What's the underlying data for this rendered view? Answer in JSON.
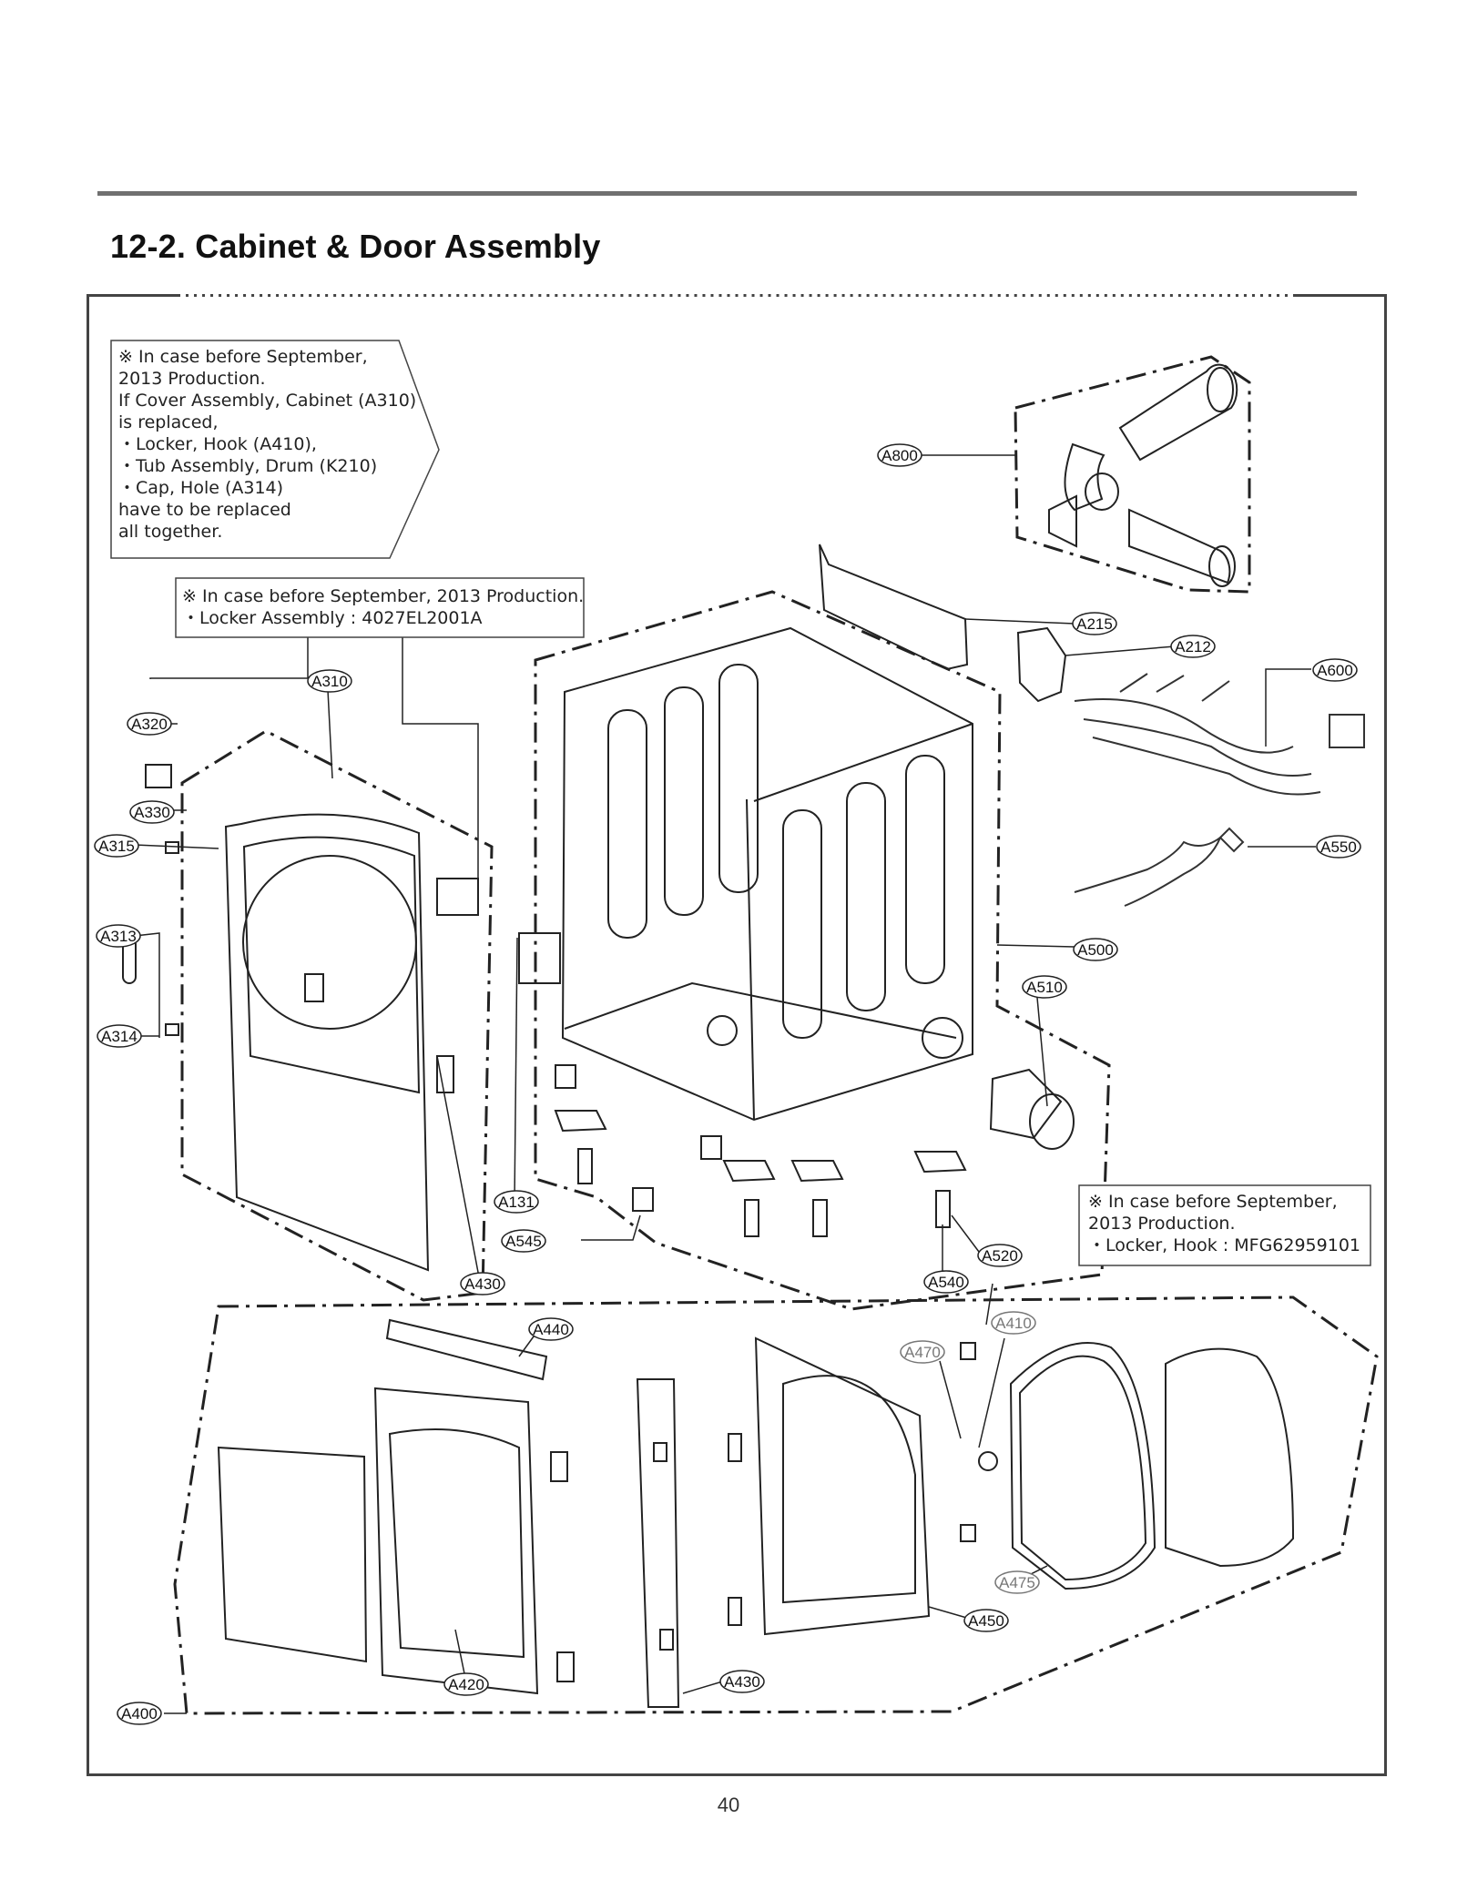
{
  "header": {
    "title": "12-2. Cabinet & Door Assembly"
  },
  "notes": {
    "note1": {
      "lines": [
        "※ In case before September,",
        "2013 Production.",
        "If Cover Assembly, Cabinet (A310)",
        "is replaced,",
        "・Locker, Hook (A410),",
        "・Tub Assembly, Drum (K210)",
        "・Cap, Hole (A314)",
        "have to be replaced",
        "all together."
      ]
    },
    "note2": {
      "lines": [
        "※ In case before September, 2013 Production.",
        "・Locker Assembly : 4027EL2001A"
      ]
    },
    "note3": {
      "lines": [
        "※ In case before September,",
        "2013 Production.",
        "・Locker, Hook : MFG62959101"
      ]
    }
  },
  "labels": {
    "A800": "A800",
    "A215": "A215",
    "A212": "A212",
    "A600": "A600",
    "A310": "A310",
    "A320": "A320",
    "A330": "A330",
    "A315": "A315",
    "A550": "A550",
    "A313": "A313",
    "A500": "A500",
    "A510": "A510",
    "A314": "A314",
    "A131": "A131",
    "A545": "A545",
    "A520": "A520",
    "A430": "A430",
    "A540": "A540",
    "A410": "A410",
    "A440": "A440",
    "A470": "A470",
    "A475": "A475",
    "A450": "A450",
    "A420": "A420",
    "A430b": "A430",
    "A400": "A400"
  },
  "footer": {
    "page_number": "40"
  }
}
